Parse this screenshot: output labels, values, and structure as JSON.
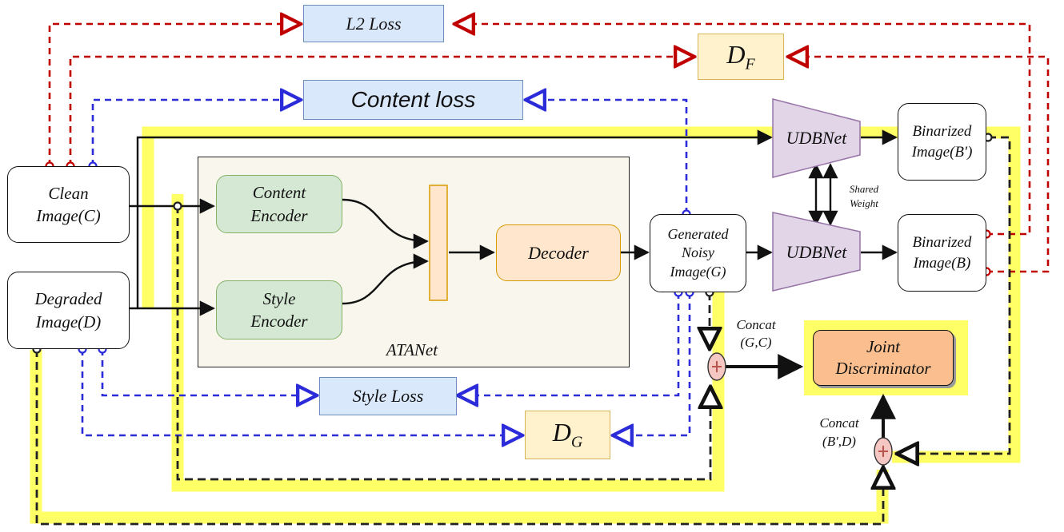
{
  "nodes": {
    "clean": "Clean\nImage(C)",
    "degraded": "Degraded\nImage(D)",
    "content_encoder": "Content\nEncoder",
    "style_encoder": "Style\nEncoder",
    "decoder": "Decoder",
    "generated": "Generated\nNoisy\nImage(G)",
    "udbnet_top": "UDBNet",
    "udbnet_bottom": "UDBNet",
    "binarized_prime": "Binarized\nImage(B')",
    "binarized": "Binarized\nImage(B)",
    "joint_discriminator": "Joint\nDiscriminator",
    "atanet": "ATANet"
  },
  "losses": {
    "l2": "L2 Loss",
    "content": "Content loss",
    "style": "Style Loss",
    "df_main": "D",
    "df_sub": "F",
    "dg_main": "D",
    "dg_sub": "G"
  },
  "labels": {
    "shared_weight": "Shared\nWeight",
    "concat_gc": "Concat\n(G,C)",
    "concat_bd": "Concat\n(B',D)"
  },
  "colors": {
    "red_dashed": "#c00000",
    "blue_dashed": "#2b2bd9",
    "highlight": "#ffff66",
    "udbnet_fill": "#e1d5e7",
    "concat_fill": "#f4c7c3"
  }
}
